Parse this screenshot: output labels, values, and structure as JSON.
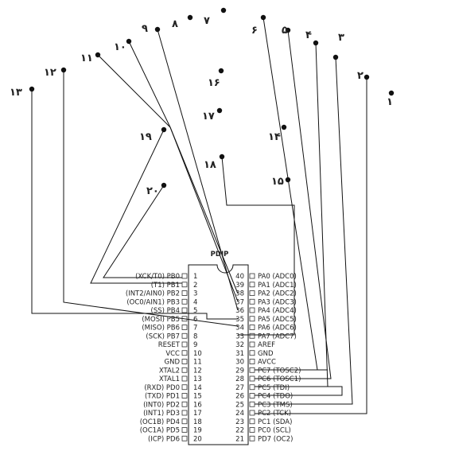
{
  "chip": {
    "package": "PDIP",
    "left_pins": [
      {
        "num": "1",
        "label": "(XCK/T0)  PB0"
      },
      {
        "num": "2",
        "label": "(T1)  PB1"
      },
      {
        "num": "3",
        "label": "(INT2/AIN0)  PB2"
      },
      {
        "num": "4",
        "label": "(OC0/AIN1)  PB3"
      },
      {
        "num": "5",
        "label": "(SS)  PB4"
      },
      {
        "num": "6",
        "label": "(MOSI)  PB5"
      },
      {
        "num": "7",
        "label": "(MISO)  PB6"
      },
      {
        "num": "8",
        "label": "(SCK)  PB7"
      },
      {
        "num": "9",
        "label": "RESET"
      },
      {
        "num": "10",
        "label": "VCC"
      },
      {
        "num": "11",
        "label": "GND"
      },
      {
        "num": "12",
        "label": "XTAL2"
      },
      {
        "num": "13",
        "label": "XTAL1"
      },
      {
        "num": "14",
        "label": "(RXD)  PD0"
      },
      {
        "num": "15",
        "label": "(TXD)  PD1"
      },
      {
        "num": "16",
        "label": "(INT0)  PD2"
      },
      {
        "num": "17",
        "label": "(INT1)  PD3"
      },
      {
        "num": "18",
        "label": "(OC1B)  PD4"
      },
      {
        "num": "19",
        "label": "(OC1A)  PD5"
      },
      {
        "num": "20",
        "label": "(ICP)  PD6"
      }
    ],
    "right_pins": [
      {
        "num": "40",
        "label": "PA0  (ADC0)"
      },
      {
        "num": "39",
        "label": "PA1  (ADC1)"
      },
      {
        "num": "38",
        "label": "PA2  (ADC2)"
      },
      {
        "num": "37",
        "label": "PA3  (ADC3)"
      },
      {
        "num": "36",
        "label": "PA4  (ADC4)"
      },
      {
        "num": "35",
        "label": "PA5  (ADC5)"
      },
      {
        "num": "34",
        "label": "PA6  (ADC6)"
      },
      {
        "num": "33",
        "label": "PA7  (ADC7)"
      },
      {
        "num": "32",
        "label": "AREF"
      },
      {
        "num": "31",
        "label": "GND"
      },
      {
        "num": "30",
        "label": "AVCC"
      },
      {
        "num": "29",
        "label": "PC7  (TOSC2)"
      },
      {
        "num": "28",
        "label": "PC6  (TOSC1)"
      },
      {
        "num": "27",
        "label": "PC5  (TDI)"
      },
      {
        "num": "26",
        "label": "PC4  (TDO)"
      },
      {
        "num": "25",
        "label": "PC3  (TMS)"
      },
      {
        "num": "24",
        "label": "PC2  (TCK)"
      },
      {
        "num": "23",
        "label": "PC1  (SDA)"
      },
      {
        "num": "22",
        "label": "PC0  (SCL)"
      },
      {
        "num": "21",
        "label": "PD7  (OC2)"
      }
    ]
  },
  "markers": [
    {
      "id": "m1",
      "label": "۱"
    },
    {
      "id": "m2",
      "label": "۲"
    },
    {
      "id": "m3",
      "label": "۳"
    },
    {
      "id": "m4",
      "label": "۴"
    },
    {
      "id": "m5",
      "label": "۵"
    },
    {
      "id": "m6",
      "label": "۶"
    },
    {
      "id": "m7",
      "label": "۷"
    },
    {
      "id": "m8",
      "label": "۸"
    },
    {
      "id": "m9",
      "label": "۹"
    },
    {
      "id": "m10",
      "label": "۱۰"
    },
    {
      "id": "m11",
      "label": "۱۱"
    },
    {
      "id": "m12",
      "label": "۱۲"
    },
    {
      "id": "m13",
      "label": "۱۳"
    },
    {
      "id": "m14",
      "label": "۱۴"
    },
    {
      "id": "m15",
      "label": "۱۵"
    },
    {
      "id": "m16",
      "label": "۱۶"
    },
    {
      "id": "m17",
      "label": "۱۷"
    },
    {
      "id": "m18",
      "label": "۱۸"
    },
    {
      "id": "m19",
      "label": "۱۹"
    },
    {
      "id": "m20",
      "label": "۲۰"
    }
  ]
}
